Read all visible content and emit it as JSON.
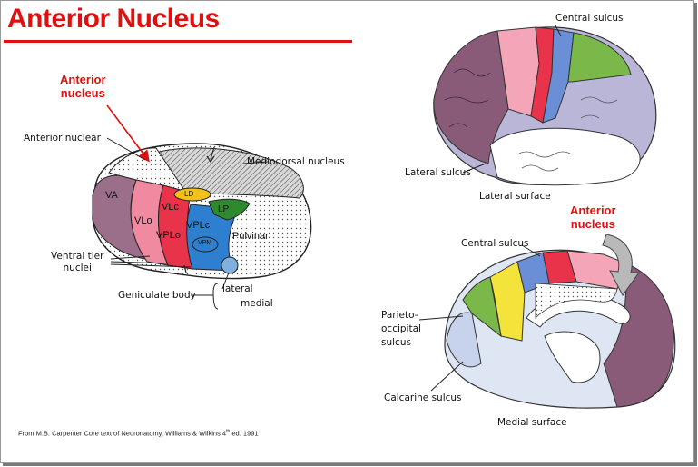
{
  "title": "Anterior Nucleus",
  "thalamus": {
    "anterior_red_line1": "Anterior",
    "anterior_red_line2": "nucleus",
    "anterior_nuclear": "Anterior nuclear",
    "mediodorsal": "Mediodorsal nucleus",
    "va": "VA",
    "vlo": "VLo",
    "vlc": "VLc",
    "ld": "LD",
    "lp": "LP",
    "vplc": "VPLc",
    "vplo": "VPLo",
    "vpm": "VPM",
    "pulvinar": "Pulvinar",
    "ventral_tier_line1": "Ventral tier",
    "ventral_tier_line2": "nuclei",
    "geniculate": "Geniculate body",
    "lateral": "lateral",
    "medial": "medial"
  },
  "lateral_view": {
    "central_sulcus": "Central sulcus",
    "lateral_sulcus": "Lateral sulcus",
    "caption": "Lateral surface"
  },
  "medial_view": {
    "anterior_red_line1": "Anterior",
    "anterior_red_line2": "nucleus",
    "central_sulcus": "Central sulcus",
    "parieto_line1": "Parieto-",
    "parieto_line2": "occipital",
    "parieto_line3": "sulcus",
    "calcarine": "Calcarine sulcus",
    "caption": "Medial surface"
  },
  "source": {
    "text_before_sup": "From M.B. Carpenter Core text of  Neuronatomy, Williams & Wilkins 4",
    "sup": "th",
    "text_after_sup": " ed. 1991"
  },
  "colors": {
    "title_red": "#e01010",
    "va_mauve": "#9b6f8a",
    "vl_pink": "#f08aa0",
    "vl_red": "#e8334a",
    "vpl_blue": "#2f7fd0",
    "lp_green": "#2f8a2f",
    "ld_yellow": "#f3c21a",
    "premotor_blue": "#8f9fd0",
    "anterior_arrow_gray": "#b9b9b9"
  }
}
